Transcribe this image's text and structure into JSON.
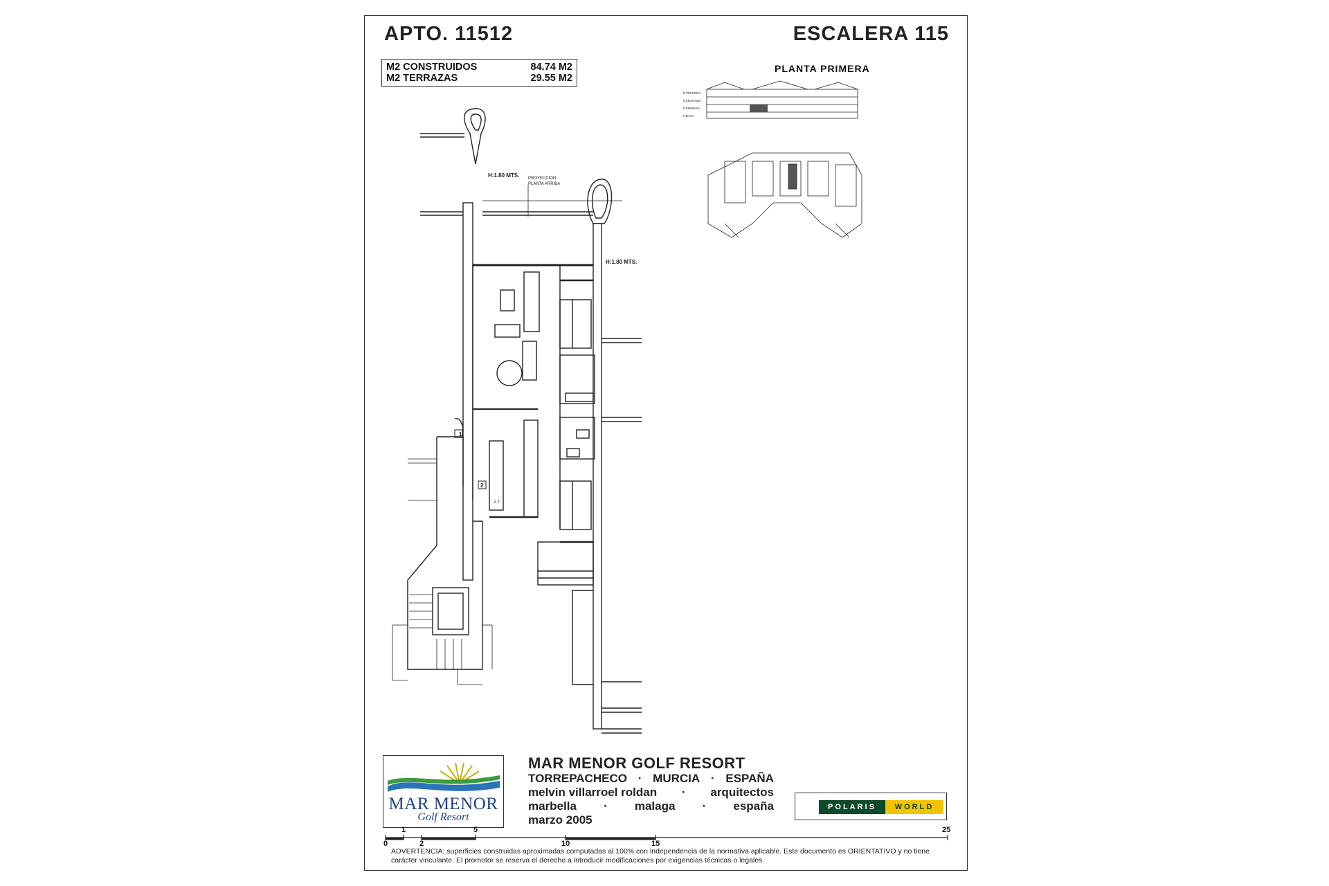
{
  "header": {
    "apartment": "APTO.  11512",
    "staircase": "ESCALERA  115"
  },
  "areas": [
    {
      "label": "M2 CONSTRUIDOS",
      "value": "84.74 M2"
    },
    {
      "label": "M2 TERRAZAS",
      "value": "29.55 M2"
    }
  ],
  "floor_label": "PLANTA PRIMERA",
  "elevation_labels": [
    "P.TERCERA",
    "P.SEGUNDA",
    "P.PRIMERA",
    "P.BAJA"
  ],
  "plan_annotations": {
    "height_1": "H:1.80 MTS.",
    "height_2": "H:1.80 MTS.",
    "projection_1": "PROYECCION",
    "projection_2": "PLANTA ARRIBA",
    "marker_1": "1",
    "marker_2": "2",
    "kitchen_tag": "A.T."
  },
  "logo": {
    "name": "MAR MENOR",
    "subtitle": "Golf Resort"
  },
  "resort": {
    "title": "MAR MENOR GOLF RESORT",
    "location": [
      "TORREPACHECO",
      "MURCIA",
      "ESPAÑA"
    ],
    "architects": [
      "melvin villarroel roldan",
      "arquitectos"
    ],
    "office": [
      "marbella",
      "malaga",
      "españa"
    ],
    "date": "marzo 2005"
  },
  "brand": {
    "left": "POLARIS",
    "right": "WORLD",
    "colors": {
      "left_bg": "#0d4a2a",
      "right_bg": "#f0c400"
    }
  },
  "scale_bar": {
    "top_labels": [
      "1",
      "5",
      "25"
    ],
    "bottom_labels": [
      "0",
      "2",
      "10",
      "15"
    ]
  },
  "disclaimer": "ADVERTENCIA: superficies construidas aproximadas computadas al 100% con independencia de la normativa aplicable. Este documento es ORIENTATIVO y no tiene carácter vinculante. El promotor se reserva el derecho a introducir modificaciones por exigencias técnicas o legales."
}
